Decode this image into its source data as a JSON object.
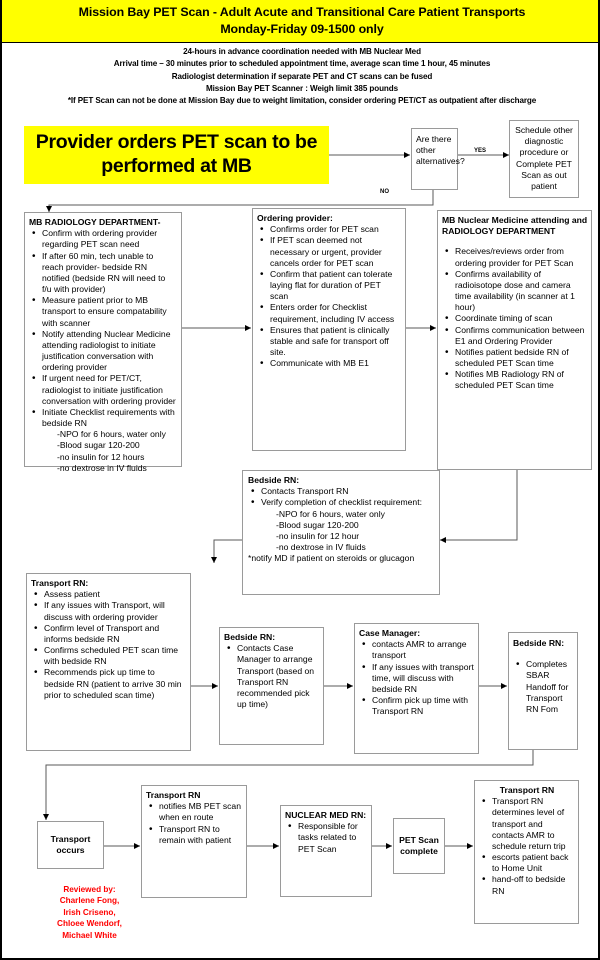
{
  "banner": {
    "line1": "Mission Bay PET Scan  -  Adult Acute and Transitional Care Patient Transports",
    "line2": "Monday-Friday 09-1500 only"
  },
  "subheader": {
    "lines": [
      "24-hours in advance coordination needed with MB Nuclear Med",
      "Arrival time – 30 minutes prior to scheduled appointment time, average scan time 1 hour, 45 minutes",
      "Radiologist determination if separate PET and CT scans can be fused",
      "Mission Bay PET Scanner :  Weigh limit 385 pounds",
      "*If PET Scan can not be done at Mission Bay due to weight limitation, consider ordering PET/CT as outpatient after discharge"
    ]
  },
  "start_box": {
    "text": "Provider orders PET scan to be performed at MB",
    "fill": "#FFFF00"
  },
  "decision": {
    "text": "Are there other alternatives?",
    "yes_label": "YES",
    "no_label": "NO"
  },
  "outpatient_box": {
    "text": "Schedule other diagnostic procedure or Complete PET Scan as out patient"
  },
  "radiology_box": {
    "title": "MB RADIOLOGY DEPARTMENT-",
    "bullets": [
      "Confirm with ordering provider regarding PET scan need",
      "If after 60 min, tech unable to reach provider- bedside RN notified (bedside RN will need to f/u with provider)",
      "Measure patient prior to MB transport to ensure compatability with scanner",
      "Notify attending Nuclear Medicine attending radiologist to initiate justification conversation with ordering provider",
      "If urgent need for PET/CT, radiologist to initiate justification conversation with ordering provider",
      "Initiate Checklist requirements with bedside RN"
    ],
    "checklist": [
      "-NPO for 6 hours, water only",
      "-Blood sugar 120-200",
      "-no insulin for 12 hours",
      "-no dextrose in IV fluids"
    ]
  },
  "ordering_provider_box": {
    "title": "Ordering provider:",
    "bullets": [
      "Confirms order for PET scan",
      "If PET scan deemed not necessary or urgent, provider cancels order for PET scan",
      "Confirm that patient can tolerate laying flat for duration of PET scan",
      "Enters order for Checklist requirement, including IV access",
      "Ensures that patient is clinically stable and safe for transport off site.",
      "Communicate with MB  E1"
    ]
  },
  "nuclear_medicine_box": {
    "title": "MB Nuclear Medicine attending and RADIOLOGY DEPARTMENT",
    "bullets": [
      "Receives/reviews  order from ordering provider for PET Scan",
      "Confirms availability of radioisotope dose and camera time availability   (in scanner at 1 hour)",
      "Coordinate timing of scan",
      "Confirms communication between E1 and Ordering Provider",
      "Notifies patient bedside RN of scheduled PET Scan time",
      "Notifies MB Radiology RN of scheduled PET Scan time"
    ]
  },
  "bedside_rn_checklist_box": {
    "title": "Bedside RN:",
    "bullets": [
      "Contacts Transport RN",
      "Verify completion of checklist requirement:"
    ],
    "checklist": [
      "-NPO for 6 hours, water only",
      "-Blood sugar 120-200",
      "-no insulin for 12 hour",
      "-no dextrose in IV fluids"
    ],
    "note": "*notify MD if patient on steroids or glucagon"
  },
  "transport_rn_box": {
    "title": "Transport RN:",
    "bullets": [
      "Assess patient",
      "If any issues with Transport, will discuss with ordering provider",
      "Confirm level of Transport and informs bedside RN",
      "Confirms scheduled PET scan time with bedside RN",
      "Recommends pick up time to bedside RN (patient to arrive 30 min prior to scheduled scan time)"
    ]
  },
  "bedside_rn_case_manager_box": {
    "title": "Bedside RN:",
    "bullets": [
      "Contacts Case Manager to arrange Transport (based on Transport RN recommended pick up time)"
    ]
  },
  "case_manager_box": {
    "title": "Case Manager:",
    "bullets": [
      "contacts AMR to arrange transport",
      "If any issues with transport time, will discuss with bedside RN",
      "Confirm pick up time with Transport RN"
    ]
  },
  "bedside_rn_sbar_box": {
    "title": "Bedside RN:",
    "bullets": [
      "Completes SBAR Handoff for Transport RN Fom"
    ]
  },
  "transport_occurs_box": {
    "text": "Transport occurs"
  },
  "transport_rn_enroute_box": {
    "title": "Transport RN",
    "bullets": [
      "notifies MB PET scan when en route",
      "Transport RN to remain with patient"
    ]
  },
  "nuclear_med_rn_box": {
    "title": "NUCLEAR MED RN:",
    "bullets": [
      "Responsible for tasks related to PET Scan"
    ]
  },
  "pet_scan_complete_box": {
    "text": "PET Scan complete"
  },
  "transport_rn_return_box": {
    "title": "Transport RN",
    "bullets": [
      "Transport RN determines level of transport and contacts AMR to schedule return trip",
      "escorts patient back to Home Unit",
      "hand-off to bedside RN"
    ]
  },
  "reviewed_by": {
    "label": "Reviewed by:",
    "names": [
      "Charlene Fong,",
      "Irish Criseno,",
      "Chloee Wendorf,",
      "Michael White"
    ],
    "color": "#FF0000"
  }
}
